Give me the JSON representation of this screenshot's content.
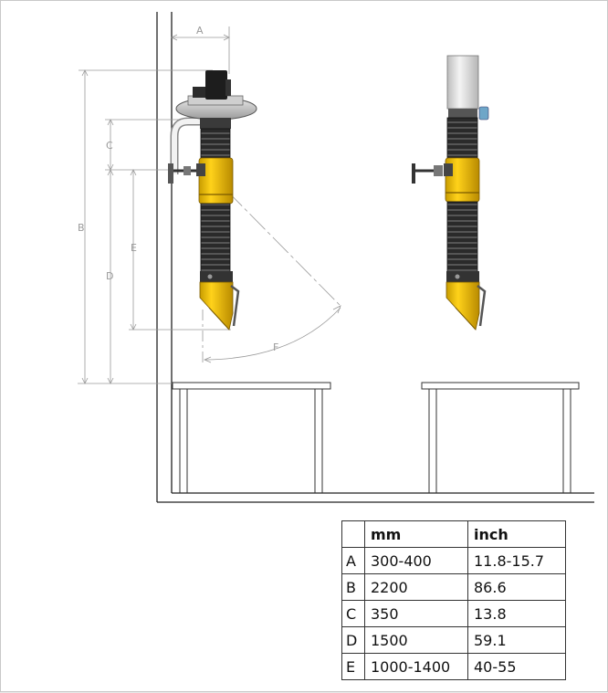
{
  "dimension_labels": {
    "A": "A",
    "B": "B",
    "C": "C",
    "D": "D",
    "E": "E",
    "F": "F"
  },
  "table": {
    "headers": [
      "",
      "mm",
      "inch"
    ],
    "rows": [
      [
        "A",
        "300-400",
        "11.8-15.7"
      ],
      [
        "B",
        "2200",
        "86.6"
      ],
      [
        "C",
        "350",
        "13.8"
      ],
      [
        "D",
        "1500",
        "59.1"
      ],
      [
        "E",
        "1000-1400",
        "40-55"
      ]
    ]
  },
  "colors": {
    "arm_yellow": "#f2c200",
    "hose_dark": "#2a2a2a",
    "motor_dark": "#1d1d1d",
    "duct_grey": "#dcdcdc",
    "dimension_line": "#9a9a9a"
  }
}
